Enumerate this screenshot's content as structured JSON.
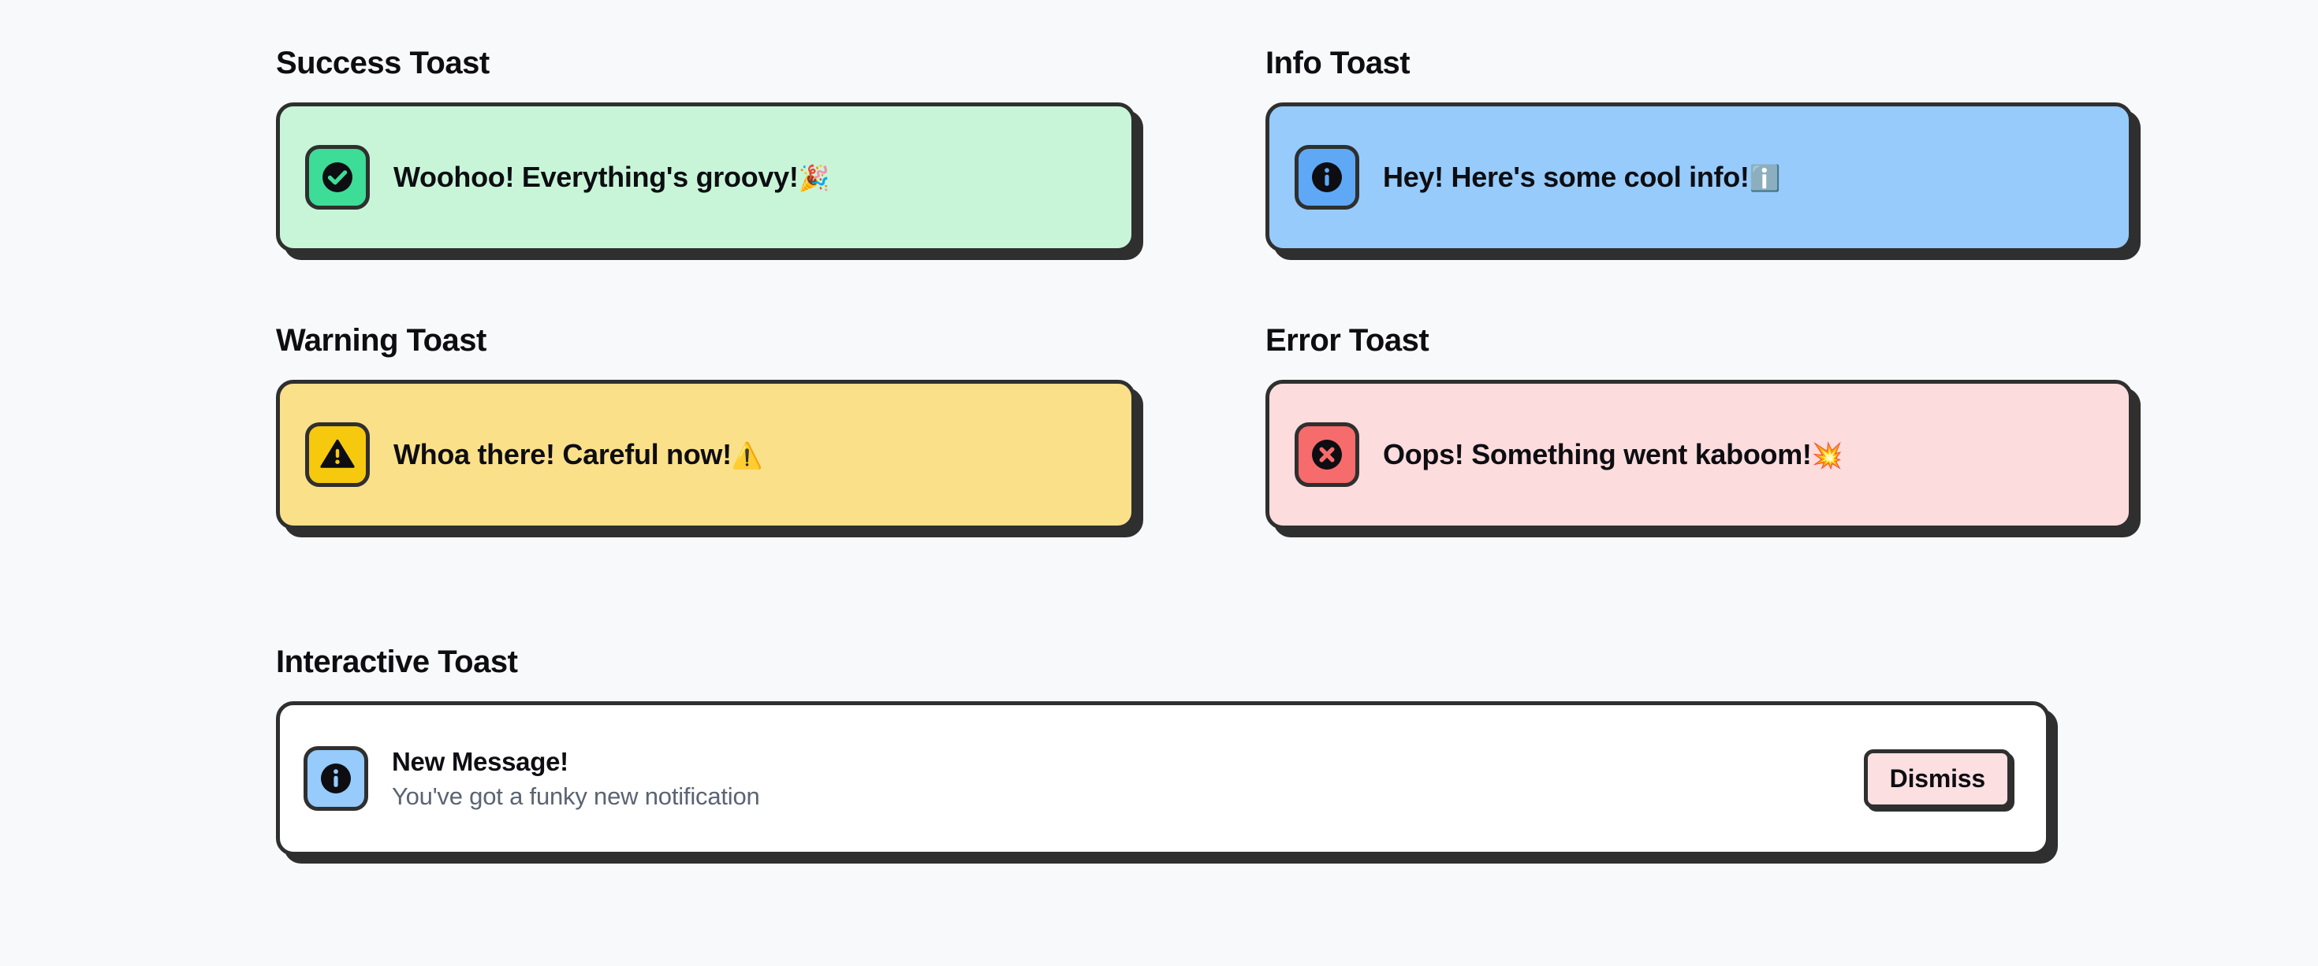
{
  "theme": {
    "page_background": "#f8f9fb",
    "border_color": "#2f2f2f",
    "text_color": "#0d0d12",
    "muted_text_color": "#5a6472"
  },
  "sections": {
    "success": {
      "heading": "Success Toast",
      "toast": {
        "message": "Woohoo! Everything's groovy!",
        "emoji": "🎉",
        "icon": "check-circle-icon",
        "background": "#c8f5d8",
        "badge_background": "#3ddc97"
      }
    },
    "info": {
      "heading": "Info Toast",
      "toast": {
        "message": "Hey! Here's some cool info!",
        "emoji": "ℹ️",
        "icon": "info-circle-icon",
        "background": "#96cbfb",
        "badge_background": "#5fa8f5"
      }
    },
    "warning": {
      "heading": "Warning Toast",
      "toast": {
        "message": "Whoa there! Careful now!",
        "emoji": "⚠️",
        "icon": "warning-triangle-icon",
        "background": "#fbe08a",
        "badge_background": "#f6c90e"
      }
    },
    "error": {
      "heading": "Error Toast",
      "toast": {
        "message": "Oops! Something went kaboom!",
        "emoji": "💥",
        "icon": "x-circle-icon",
        "background": "#fcdcdc",
        "badge_background": "#f66b6b"
      }
    },
    "interactive": {
      "heading": "Interactive Toast",
      "toast": {
        "title": "New Message!",
        "subtitle": "You've got a funky new notification",
        "icon": "info-circle-icon",
        "background": "#ffffff",
        "badge_background": "#96cbfb",
        "action_label": "Dismiss",
        "action_background": "#fbdfe1"
      }
    }
  }
}
